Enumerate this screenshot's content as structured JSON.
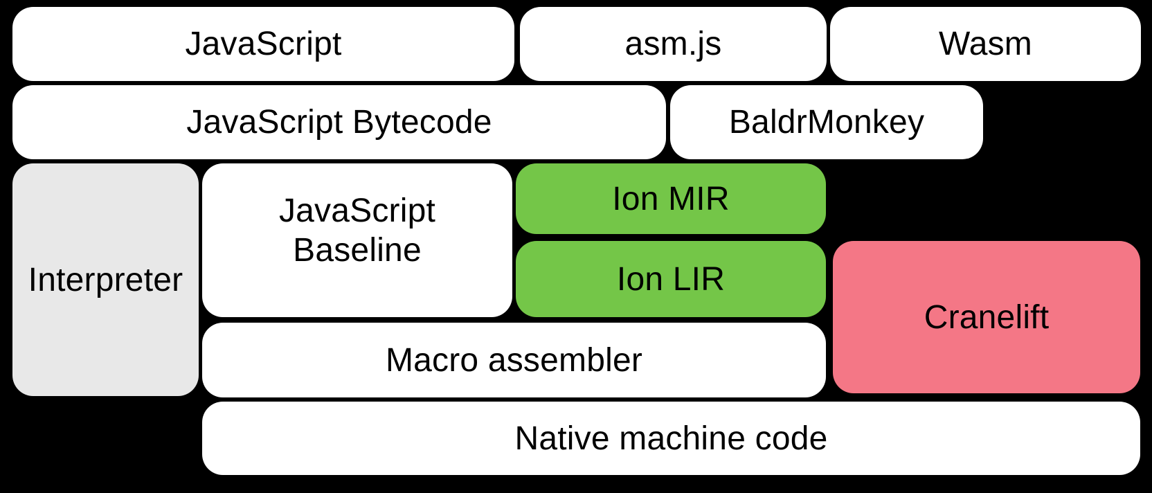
{
  "diagram": {
    "title": "Compiler pipeline block diagram",
    "background_color": "#000000",
    "label_text_color": "#000000",
    "colors": {
      "white": "#ffffff",
      "gray": "#e8e8e8",
      "green": "#74c648",
      "pink": "#f47786"
    },
    "nodes": [
      {
        "id": "javascript",
        "label": "JavaScript",
        "color": "#ffffff"
      },
      {
        "id": "asmjs",
        "label": "asm.js",
        "color": "#ffffff"
      },
      {
        "id": "wasm",
        "label": "Wasm",
        "color": "#ffffff"
      },
      {
        "id": "javascript-bytecode",
        "label": "JavaScript Bytecode",
        "color": "#ffffff"
      },
      {
        "id": "baldrmonkey",
        "label": "BaldrMonkey",
        "color": "#ffffff"
      },
      {
        "id": "interpreter",
        "label": "Interpreter",
        "color": "#e8e8e8"
      },
      {
        "id": "javascript-baseline",
        "label": "JavaScript\nBaseline",
        "color": "#ffffff"
      },
      {
        "id": "ion-mir",
        "label": "Ion MIR",
        "color": "#74c648"
      },
      {
        "id": "ion-lir",
        "label": "Ion LIR",
        "color": "#74c648"
      },
      {
        "id": "cranelift",
        "label": "Cranelift",
        "color": "#f47786"
      },
      {
        "id": "macro-assembler",
        "label": "Macro assembler",
        "color": "#ffffff"
      },
      {
        "id": "native-machine-code",
        "label": "Native machine code",
        "color": "#ffffff"
      }
    ]
  }
}
